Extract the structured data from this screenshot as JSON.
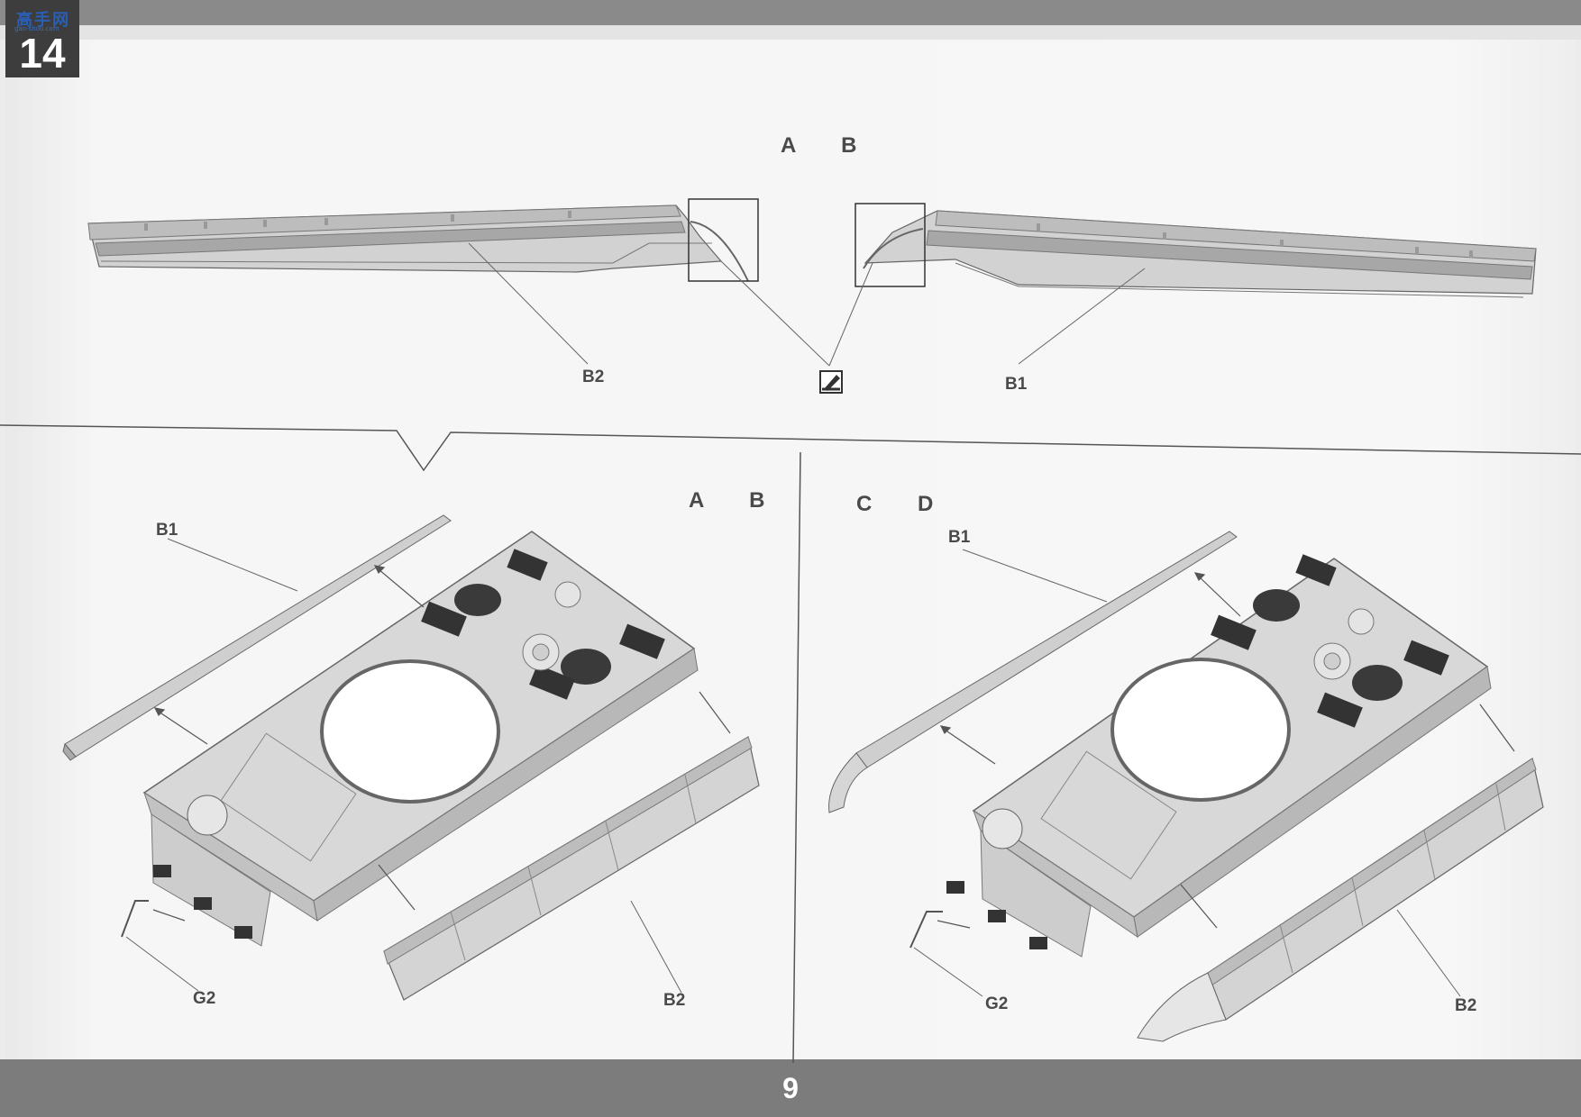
{
  "header": {
    "step_number": "14",
    "logo_text": "高手网",
    "logo_subtext": "gao-shou.com"
  },
  "top_panel": {
    "variant_label": "A B",
    "part_left": "B2",
    "part_right": "B1",
    "tool_icon": "cut-tool-icon"
  },
  "lower_left_panel": {
    "variant_label": "A B",
    "labels": {
      "top_rail": "B1",
      "bottom_rail": "B2",
      "hook": "G2"
    }
  },
  "lower_right_panel": {
    "variant_label": "C D",
    "labels": {
      "top_rail": "B1",
      "bottom_rail": "B2",
      "hook": "G2"
    }
  },
  "footer": {
    "page_number": "9"
  },
  "colors": {
    "part_fill": "#cfcfcf",
    "part_dark": "#9a9a9a",
    "line": "#555555",
    "band": "#7c7c7c"
  }
}
